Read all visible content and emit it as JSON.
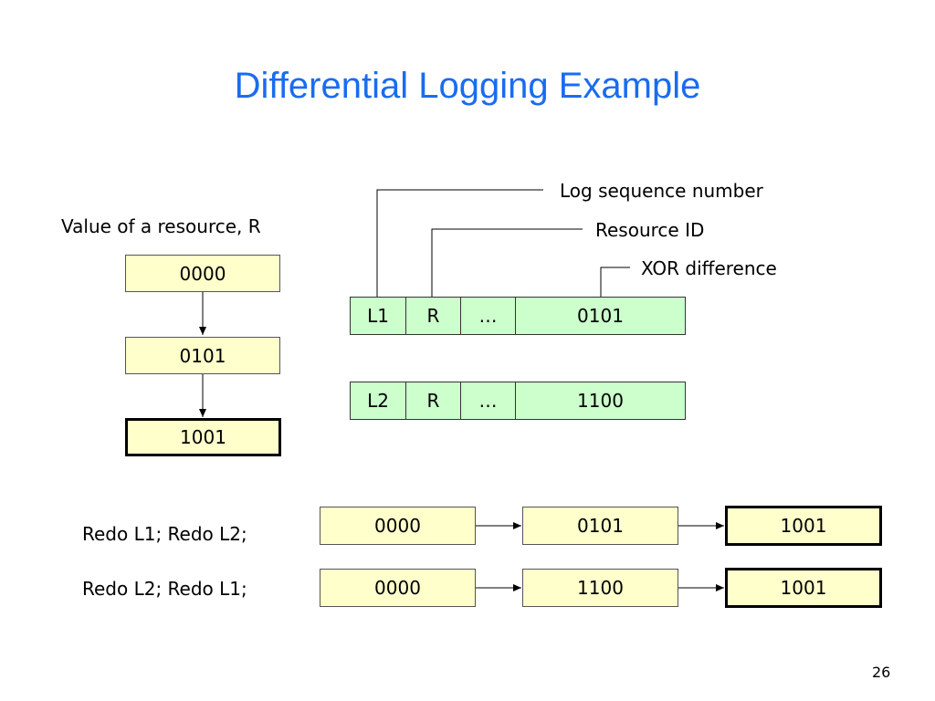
{
  "title": "Differential Logging Example",
  "resource_label": "Value of a resource, R",
  "resource_values": [
    "0000",
    "0101",
    "1001"
  ],
  "callouts": {
    "lsn": "Log sequence number",
    "rid": "Resource ID",
    "xor": "XOR difference"
  },
  "log_records": [
    {
      "lsn": "L1",
      "resource": "R",
      "ellipsis": "…",
      "diff": "0101"
    },
    {
      "lsn": "L2",
      "resource": "R",
      "ellipsis": "…",
      "diff": "1100"
    }
  ],
  "redo_rows": [
    {
      "label": "Redo L1; Redo L2;",
      "values": [
        "0000",
        "0101",
        "1001"
      ]
    },
    {
      "label": "Redo L2; Redo L1;",
      "values": [
        "0000",
        "1100",
        "1001"
      ]
    }
  ],
  "page_number": "26",
  "colors": {
    "title": "#1a6cf0",
    "value_box": "#ffffcc",
    "log_record": "#ccffcc"
  }
}
